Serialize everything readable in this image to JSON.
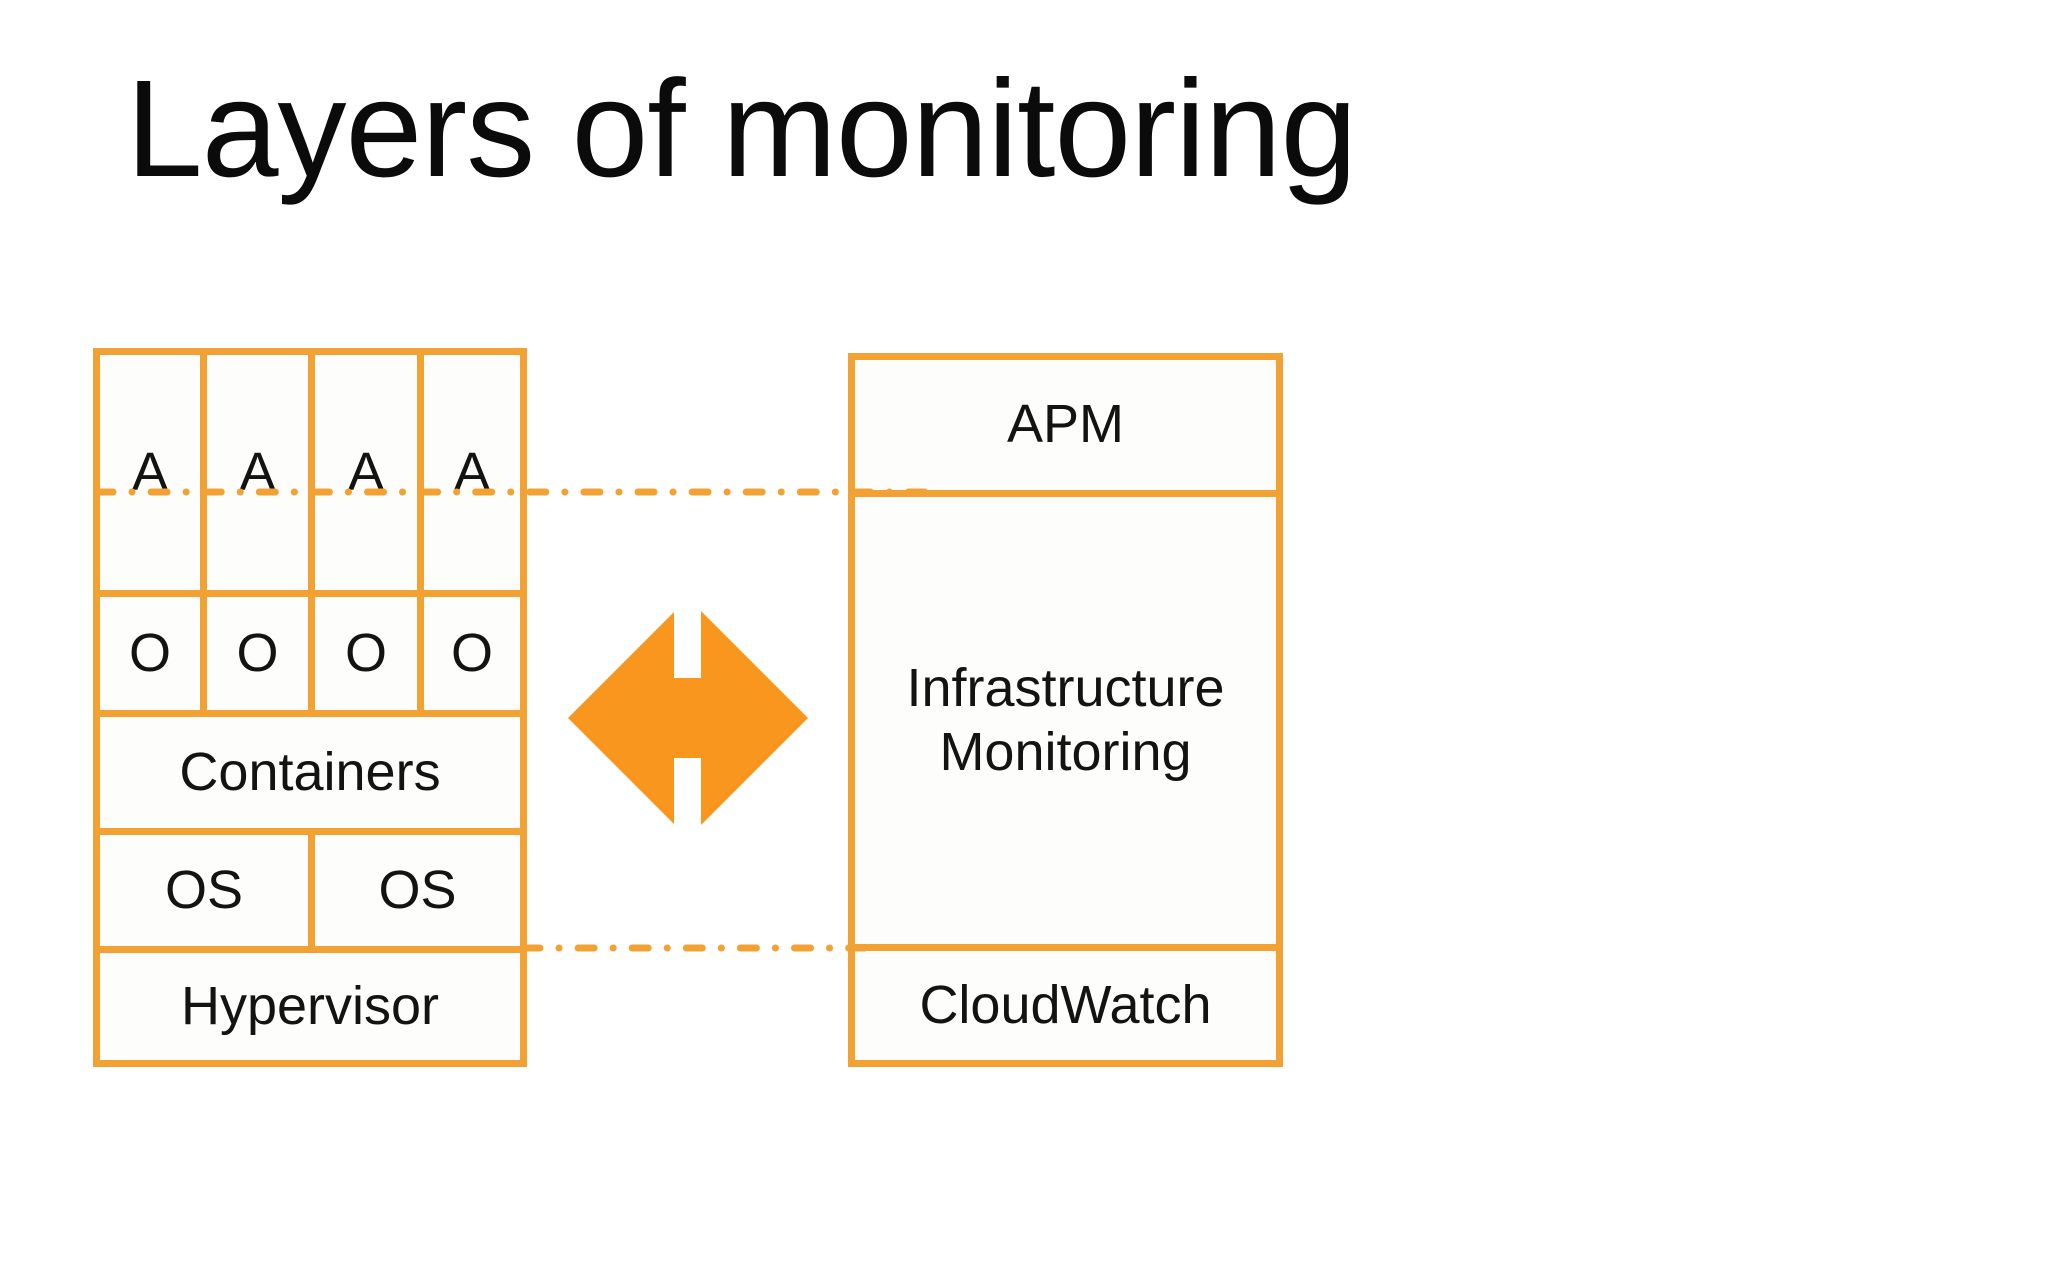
{
  "slide": {
    "title": "Layers of monitoring"
  },
  "colors": {
    "accent_orange": "#F2A233",
    "arrow_orange": "#F8961E",
    "text_black": "#131313",
    "background": "#FFFFFF"
  },
  "left_stack": {
    "application_cells": [
      "A",
      "A",
      "A",
      "A"
    ],
    "process_cells": [
      "O",
      "O",
      "O",
      "O"
    ],
    "containers_label": "Containers",
    "os_cells": [
      "OS",
      "OS"
    ],
    "hypervisor_label": "Hypervisor"
  },
  "right_stack": {
    "apm_label": "APM",
    "infrastructure_monitoring_label": "Infrastructure Monitoring",
    "cloudwatch_label": "CloudWatch"
  },
  "connector": {
    "arrow_icon": "bidirectional-arrow",
    "upper_boundary": "dash-dot-line",
    "lower_boundary": "dash-dot-line"
  }
}
